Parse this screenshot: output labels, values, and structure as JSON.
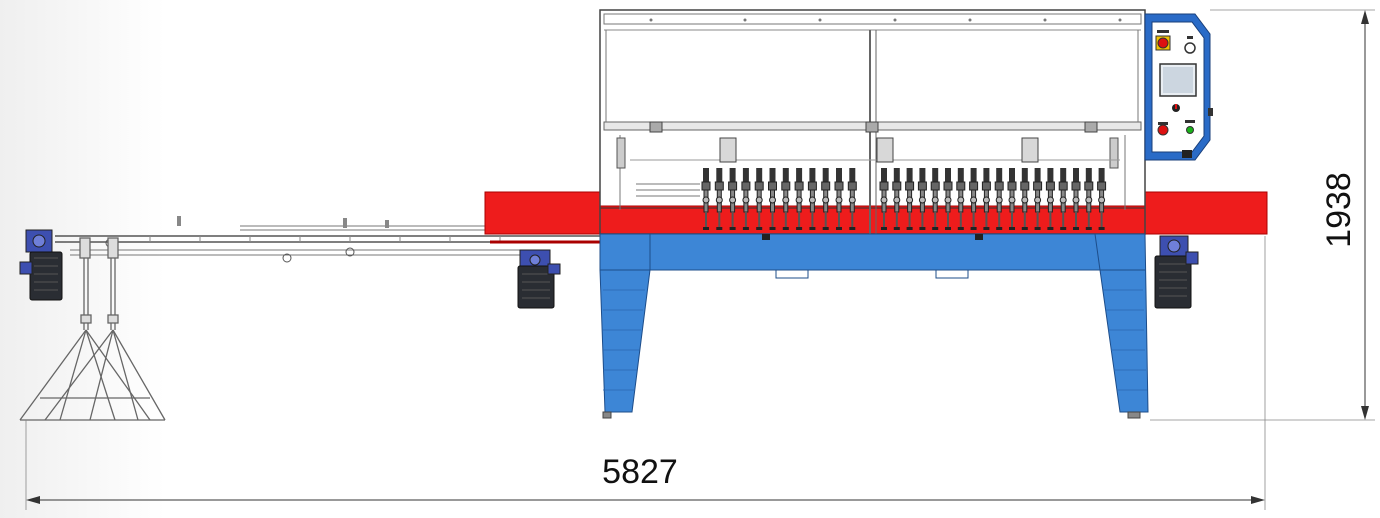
{
  "dimensions": {
    "overall_length": "5827",
    "overall_height": "1938"
  },
  "colors": {
    "frame_blue": "#3d86d6",
    "guard_red": "#ee1c1c",
    "panel_blue": "#2a6bc7",
    "motor_dark": "#2a2d33",
    "gearbox_blue": "#3d4fb0",
    "line": "#444444"
  },
  "icons": {
    "emergency_stop": "emergency-stop-icon",
    "reset_button": "reset-button-icon",
    "indicator_lamp": "indicator-lamp-icon",
    "touch_screen": "hmi-screen-icon",
    "key_switch": "key-switch-icon"
  },
  "machine": {
    "spindle_count_left": 12,
    "spindle_count_right": 18,
    "roller_support_count": 2
  }
}
